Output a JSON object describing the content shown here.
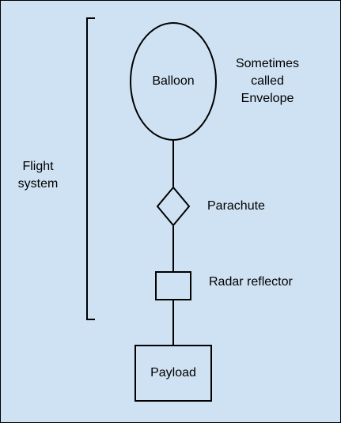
{
  "colors": {
    "background": "#cfe2f3",
    "stroke": "#000000",
    "text": "#000000"
  },
  "diagram": {
    "bracket_label": [
      "Flight",
      "system"
    ],
    "balloon": "Balloon",
    "balloon_note": [
      "Sometimes",
      "called",
      "Envelope"
    ],
    "parachute": "Parachute",
    "radar_reflector": "Radar reflector",
    "payload": "Payload"
  }
}
